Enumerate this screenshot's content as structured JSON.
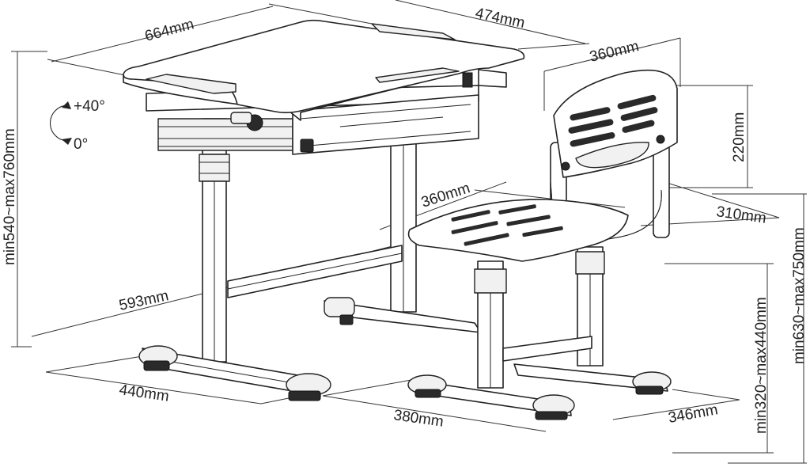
{
  "diagram": {
    "tilt": {
      "max": "+40°",
      "min": "0°"
    },
    "desk": {
      "width": "664mm",
      "depth": "474mm",
      "height": "min540~max760mm",
      "leg_span": "593mm",
      "base_width": "440mm"
    },
    "chair": {
      "back_width": "360mm",
      "back_height": "220mm",
      "seat_width": "360mm",
      "seat_depth": "310mm",
      "seat_height": "min320~max440mm",
      "total_height": "min630~max750mm",
      "base_width": "380mm",
      "base_depth": "346mm"
    }
  }
}
